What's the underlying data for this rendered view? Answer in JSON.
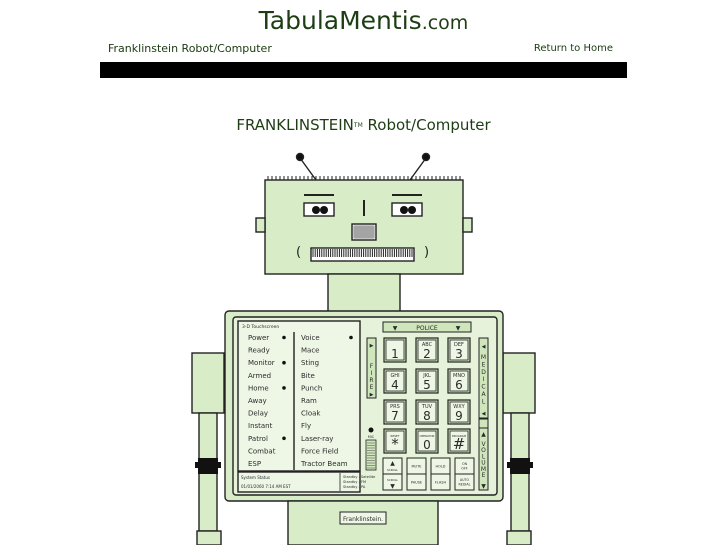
{
  "site": {
    "name": "TabulaMentis",
    "tld": ".com"
  },
  "nav": {
    "left": "Franklinstein Robot/Computer",
    "right": "Return to Home"
  },
  "page": {
    "title": "FRANKLINSTEIN",
    "trademark": "TM",
    "subtitle": "Robot/Computer"
  },
  "panel": {
    "header": "3-D Touchscreen",
    "left_items": [
      "Power",
      "Ready",
      "Monitor",
      "Armed",
      "Home",
      "Away",
      "Delay",
      "Instant",
      "Patrol",
      "Combat",
      "ESP"
    ],
    "left_dots": [
      true,
      false,
      true,
      false,
      true,
      false,
      false,
      false,
      true,
      false,
      false
    ],
    "right_items": [
      "Voice",
      "Mace",
      "Sting",
      "Bite",
      "Punch",
      "Ram",
      "Cloak",
      "Fly",
      "Laser-ray",
      "Force Field",
      "Tractor Beam"
    ],
    "right_dots": [
      true,
      false,
      false,
      false,
      false,
      false,
      false,
      false,
      false,
      false,
      false
    ],
    "status_label": "System Status",
    "status_line": "01/01/2060   7:14 AM   EST",
    "standby": [
      "Standby - Satellite",
      "Standby - FM",
      "Standby - PA"
    ]
  },
  "keypad": {
    "police": "POLICE",
    "fire": "FIRE",
    "medical": "MEDICAL",
    "volume": "VOLUME",
    "keys": [
      {
        "letters": "",
        "digit": "1"
      },
      {
        "letters": "ABC",
        "digit": "2"
      },
      {
        "letters": "DEF",
        "digit": "3"
      },
      {
        "letters": "GHI",
        "digit": "4"
      },
      {
        "letters": "JKL",
        "digit": "5"
      },
      {
        "letters": "MNO",
        "digit": "6"
      },
      {
        "letters": "PRS",
        "digit": "7"
      },
      {
        "letters": "TUV",
        "digit": "8"
      },
      {
        "letters": "WXY",
        "digit": "9"
      },
      {
        "letters": "RESET",
        "digit": "*"
      },
      {
        "letters": "OPERATOR",
        "digit": "0"
      },
      {
        "letters": "PROGRAM",
        "digit": "#"
      }
    ],
    "func_row1": [
      "SCROLL",
      "MUTE",
      "HOLD",
      "ON OFF"
    ],
    "func_row2": [
      "SCROLL",
      "PAUSE",
      "FLASH",
      "AUTO REDIAL"
    ],
    "mic_label": "MIC"
  },
  "badge": "Franklinstein."
}
